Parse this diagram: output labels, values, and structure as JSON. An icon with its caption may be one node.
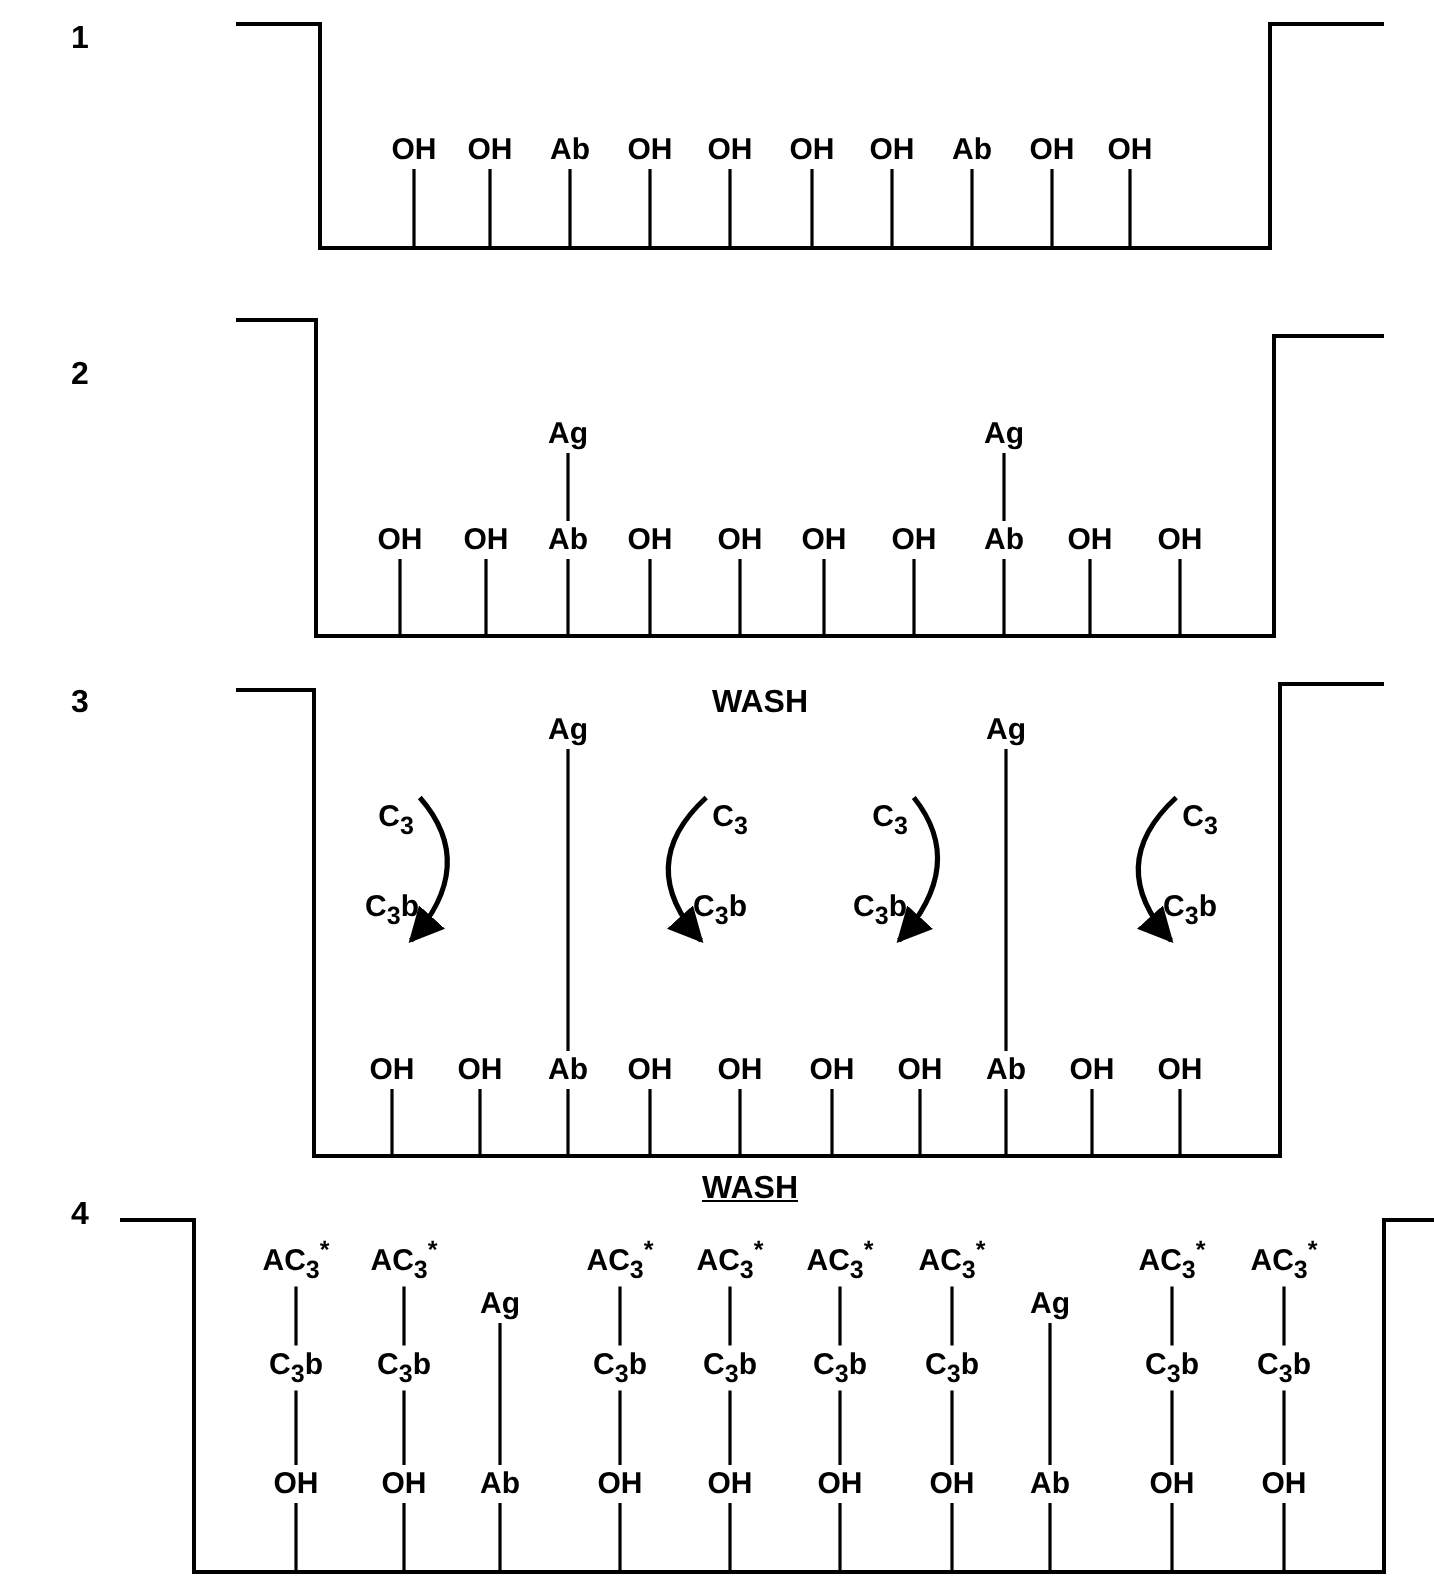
{
  "diagram": {
    "nodes": [
      {
        "text": [],
        "shape": "box"
      },
      {
        "text": [
          "OH"
        ],
        "in": 0
      },
      {
        "text": [
          "OH"
        ],
        "in": 0
      },
      {
        "text": [
          "Ab"
        ],
        "in": 0
      },
      {
        "text": [
          "OH"
        ],
        "in": 0
      },
      {
        "text": [
          "OH"
        ],
        "in": 0
      },
      {
        "text": [
          "OH"
        ],
        "in": 0
      },
      {
        "text": [
          "OH"
        ],
        "in": 0
      },
      {
        "text": [
          "Ab"
        ],
        "in": 0
      },
      {
        "text": [
          "OH"
        ],
        "in": 0
      },
      {
        "text": [
          "OH"
        ],
        "in": 0
      },
      {
        "text": [],
        "shape": "box"
      },
      {
        "text": [
          "Ag"
        ],
        "in": 11
      },
      {
        "text": [
          "Ag"
        ],
        "in": 11
      },
      {
        "text": [
          "OH"
        ],
        "in": 11
      },
      {
        "text": [
          "OH"
        ],
        "in": 11
      },
      {
        "text": [
          "Ab"
        ],
        "in": 11
      },
      {
        "text": [
          "OH"
        ],
        "in": 11
      },
      {
        "text": [
          "OH"
        ],
        "in": 11
      },
      {
        "text": [
          "OH"
        ],
        "in": 11
      },
      {
        "text": [
          "OH"
        ],
        "in": 11
      },
      {
        "text": [
          "Ab"
        ],
        "in": 11
      },
      {
        "text": [
          "OH"
        ],
        "in": 11
      },
      {
        "text": [
          "OH"
        ],
        "in": 11
      },
      {
        "text": [],
        "shape": "box"
      },
      {
        "text": [
          "Ag"
        ],
        "in": 24
      },
      {
        "text": [
          "Ag"
        ],
        "in": 24
      },
      {
        "text": [
          "C$_{3}$"
        ],
        "in": 24
      },
      {
        "text": [
          "C$_{3}$b"
        ],
        "in": 24
      },
      {
        "text": [
          "C$_{3}$"
        ],
        "in": 24
      },
      {
        "text": [
          "C$_{3}$b"
        ],
        "in": 24
      },
      {
        "text": [
          "C$_{3}$"
        ],
        "in": 24
      },
      {
        "text": [
          "C$_{3}$b"
        ],
        "in": 24
      },
      {
        "text": [
          "C$_{3}$"
        ],
        "in": 24
      },
      {
        "text": [
          "C$_{3}$b"
        ],
        "in": 24
      },
      {
        "text": [
          "OH"
        ],
        "in": 24
      },
      {
        "text": [
          "OH"
        ],
        "in": 24
      },
      {
        "text": [
          "Ab"
        ],
        "in": 24
      },
      {
        "text": [
          "OH"
        ],
        "in": 24
      },
      {
        "text": [
          "OH"
        ],
        "in": 24
      },
      {
        "text": [
          "OH"
        ],
        "in": 24
      },
      {
        "text": [
          "OH"
        ],
        "in": 24
      },
      {
        "text": [
          "Ab"
        ],
        "in": 24
      },
      {
        "text": [
          "OH"
        ],
        "in": 24
      },
      {
        "text": [
          "OH"
        ],
        "in": 24
      },
      {
        "text": [],
        "shape": "box"
      },
      {
        "text": [
          "AC$_{3}$$^{*}$"
        ],
        "in": 45
      },
      {
        "text": [
          "AC$_{3}$$^{*}$"
        ],
        "in": 45
      },
      {
        "text": [
          "AC$_{3}$$^{*}$"
        ],
        "in": 45
      },
      {
        "text": [
          "AC$_{3}$$^{*}$"
        ],
        "in": 45
      },
      {
        "text": [
          "AC$_{3}$$^{*}$"
        ],
        "in": 45
      },
      {
        "text": [
          "AC$_{3}$$^{*}$"
        ],
        "in": 45
      },
      {
        "text": [
          "AC$_{3}$$^{*}$"
        ],
        "in": 45
      },
      {
        "text": [
          "AC$_{3}$$^{*}$"
        ],
        "in": 45
      },
      {
        "text": [
          "Ag"
        ],
        "in": 45
      },
      {
        "text": [
          "Ag"
        ],
        "in": 45
      },
      {
        "text": [
          "C$_{3}$b"
        ],
        "in": 45
      },
      {
        "text": [
          "C$_{3}$b"
        ],
        "in": 45
      },
      {
        "text": [
          "C$_{3}$b"
        ],
        "in": 45
      },
      {
        "text": [
          "C$_{3}$b"
        ],
        "in": 45
      },
      {
        "text": [
          "C$_{3}$b"
        ],
        "in": 45
      },
      {
        "text": [
          "C$_{3}$b"
        ],
        "in": 45
      },
      {
        "text": [
          "C$_{3}$b"
        ],
        "in": 45
      },
      {
        "text": [
          "C$_{3}$b"
        ],
        "in": 45
      },
      {
        "text": [
          "OH"
        ],
        "in": 45
      },
      {
        "text": [
          "OH"
        ],
        "in": 45
      },
      {
        "text": [
          "Ab"
        ],
        "in": 45
      },
      {
        "text": [
          "OH"
        ],
        "in": 45
      },
      {
        "text": [
          "OH"
        ],
        "in": 45
      },
      {
        "text": [
          "OH"
        ],
        "in": 45
      },
      {
        "text": [
          "OH"
        ],
        "in": 45
      },
      {
        "text": [
          "Ab"
        ],
        "in": 45
      },
      {
        "text": [
          "OH"
        ],
        "in": 45
      },
      {
        "text": [
          "OH"
        ],
        "in": 45
      }
    ],
    "edges": [
      {
        "from": 1,
        "to": 0,
        "arrow": "none"
      },
      {
        "from": 2,
        "to": 0,
        "arrow": "none"
      },
      {
        "from": 3,
        "to": 0,
        "arrow": "none"
      },
      {
        "from": 4,
        "to": 0,
        "arrow": "none"
      },
      {
        "from": 5,
        "to": 0,
        "arrow": "none"
      },
      {
        "from": 6,
        "to": 0,
        "arrow": "none"
      },
      {
        "from": 7,
        "to": 0,
        "arrow": "none"
      },
      {
        "from": 8,
        "to": 0,
        "arrow": "none"
      },
      {
        "from": 9,
        "to": 0,
        "arrow": "none"
      },
      {
        "from": 10,
        "to": 0,
        "arrow": "none"
      },
      {
        "from": 12,
        "to": 16,
        "arrow": "none"
      },
      {
        "from": 13,
        "to": 21,
        "arrow": "none"
      },
      {
        "from": 14,
        "to": 11,
        "arrow": "none"
      },
      {
        "from": 15,
        "to": 11,
        "arrow": "none"
      },
      {
        "from": 16,
        "to": 11,
        "arrow": "none"
      },
      {
        "from": 17,
        "to": 11,
        "arrow": "none"
      },
      {
        "from": 18,
        "to": 11,
        "arrow": "none"
      },
      {
        "from": 19,
        "to": 11,
        "arrow": "none"
      },
      {
        "from": 20,
        "to": 11,
        "arrow": "none"
      },
      {
        "from": 21,
        "to": 11,
        "arrow": "none"
      },
      {
        "from": 22,
        "to": 11,
        "arrow": "none"
      },
      {
        "from": 23,
        "to": 11,
        "arrow": "none"
      },
      {
        "from": 25,
        "to": 37,
        "arrow": "none"
      },
      {
        "from": 26,
        "to": 42,
        "arrow": "none"
      },
      {
        "from": 27,
        "to": 28,
        "arrow": "to"
      },
      {
        "from": 29,
        "to": 30,
        "arrow": "to"
      },
      {
        "from": 31,
        "to": 32,
        "arrow": "to"
      },
      {
        "from": 33,
        "to": 34,
        "arrow": "to"
      },
      {
        "from": 35,
        "to": 24,
        "arrow": "none"
      },
      {
        "from": 36,
        "to": 24,
        "arrow": "none"
      },
      {
        "from": 37,
        "to": 24,
        "arrow": "none"
      },
      {
        "from": 38,
        "to": 24,
        "arrow": "none"
      },
      {
        "from": 39,
        "to": 24,
        "arrow": "none"
      },
      {
        "from": 40,
        "to": 24,
        "arrow": "none"
      },
      {
        "from": 41,
        "to": 24,
        "arrow": "none"
      },
      {
        "from": 42,
        "to": 24,
        "arrow": "none"
      },
      {
        "from": 43,
        "to": 24,
        "arrow": "none"
      },
      {
        "from": 44,
        "to": 24,
        "arrow": "none"
      },
      {
        "from": 46,
        "to": 56,
        "arrow": "none"
      },
      {
        "from": 47,
        "to": 57,
        "arrow": "none"
      },
      {
        "from": 48,
        "to": 58,
        "arrow": "none"
      },
      {
        "from": 49,
        "to": 59,
        "arrow": "none"
      },
      {
        "from": 50,
        "to": 60,
        "arrow": "none"
      },
      {
        "from": 51,
        "to": 61,
        "arrow": "none"
      },
      {
        "from": 52,
        "to": 62,
        "arrow": "none"
      },
      {
        "from": 53,
        "to": 63,
        "arrow": "none"
      },
      {
        "from": 54,
        "to": 66,
        "arrow": "none"
      },
      {
        "from": 55,
        "to": 71,
        "arrow": "none"
      },
      {
        "from": 56,
        "to": 64,
        "arrow": "none"
      },
      {
        "from": 57,
        "to": 65,
        "arrow": "none"
      },
      {
        "from": 58,
        "to": 67,
        "arrow": "none"
      },
      {
        "from": 59,
        "to": 68,
        "arrow": "none"
      },
      {
        "from": 60,
        "to": 69,
        "arrow": "none"
      },
      {
        "from": 61,
        "to": 70,
        "arrow": "none"
      },
      {
        "from": 62,
        "to": 72,
        "arrow": "none"
      },
      {
        "from": 63,
        "to": 73,
        "arrow": "none"
      },
      {
        "from": 64,
        "to": 45,
        "arrow": "none"
      },
      {
        "from": 65,
        "to": 45,
        "arrow": "none"
      },
      {
        "from": 66,
        "to": 45,
        "arrow": "none"
      },
      {
        "from": 67,
        "to": 45,
        "arrow": "none"
      },
      {
        "from": 68,
        "to": 45,
        "arrow": "none"
      },
      {
        "from": 69,
        "to": 45,
        "arrow": "none"
      },
      {
        "from": 70,
        "to": 45,
        "arrow": "none"
      },
      {
        "from": 71,
        "to": 45,
        "arrow": "none"
      },
      {
        "from": 72,
        "to": 45,
        "arrow": "none"
      },
      {
        "from": 73,
        "to": 45,
        "arrow": "none"
      }
    ],
    "labels": [
      "1",
      "2",
      "3",
      "WASH",
      "WASH",
      "4"
    ]
  }
}
